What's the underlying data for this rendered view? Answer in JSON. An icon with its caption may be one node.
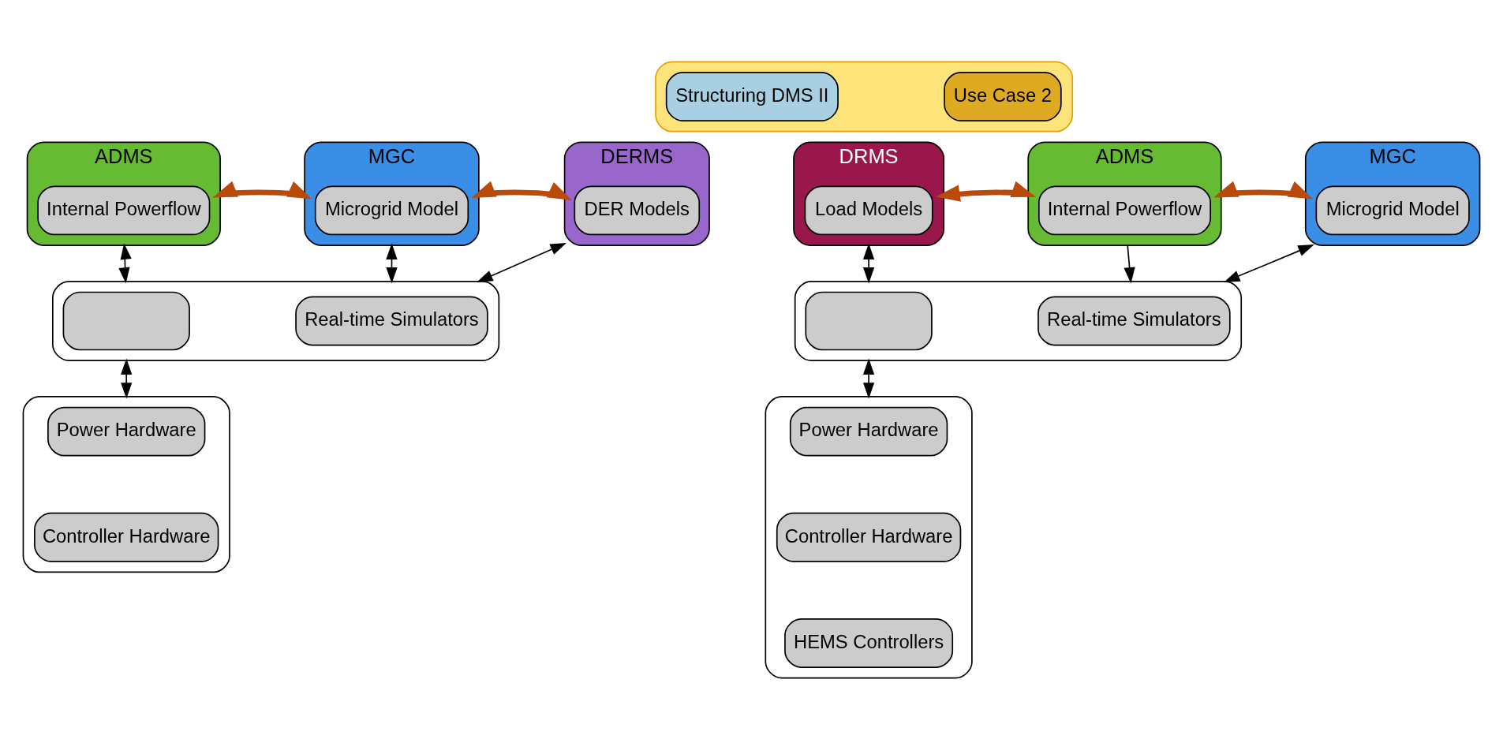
{
  "diagram": {
    "nodes": [
      {
        "text": [],
        "shape": "arrow"
      },
      {
        "text": [
          "Structuring DMS II"
        ],
        "in": 0
      },
      {
        "text": [
          "Use Case 2"
        ],
        "in": 0
      },
      {
        "text": [
          "ADMS"
        ]
      },
      {
        "text": [
          "Internal Powerflow"
        ],
        "in": 3
      },
      {
        "text": [
          "MGC"
        ]
      },
      {
        "text": [
          "Microgrid Model"
        ],
        "in": 5
      },
      {
        "text": [
          "DERMS"
        ]
      },
      {
        "text": [
          "DER Models"
        ],
        "in": 7
      },
      {
        "text": [],
        "shape": "box"
      },
      {
        "text": [],
        "shape": "box",
        "in": 9
      },
      {
        "text": [
          "Real-time Simulators"
        ],
        "in": 9
      },
      {
        "text": [],
        "shape": "box"
      },
      {
        "text": [
          "Power Hardware"
        ],
        "in": 12
      },
      {
        "text": [
          "Controller Hardware"
        ],
        "in": 12
      },
      {
        "text": [
          "DRMS"
        ]
      },
      {
        "text": [
          "Load Models"
        ],
        "in": 15
      },
      {
        "text": [
          "ADMS"
        ]
      },
      {
        "text": [
          "Internal Powerflow"
        ],
        "in": 17
      },
      {
        "text": [
          "MGC"
        ]
      },
      {
        "text": [
          "Microgrid Model"
        ],
        "in": 19
      },
      {
        "text": [],
        "shape": "box"
      },
      {
        "text": [],
        "shape": "box",
        "in": 21
      },
      {
        "text": [
          "Real-time Simulators"
        ],
        "in": 21
      },
      {
        "text": [],
        "shape": "box"
      },
      {
        "text": [
          "Power Hardware"
        ],
        "in": 24
      },
      {
        "text": [
          "Controller Hardware"
        ],
        "in": 24
      },
      {
        "text": [
          "HEMS Controllers"
        ],
        "in": 24
      }
    ],
    "edges": [
      {
        "from": 3,
        "to": 9,
        "arrow": "both"
      },
      {
        "from": 5,
        "to": 9,
        "arrow": "both"
      },
      {
        "from": 7,
        "to": 9,
        "arrow": "both"
      },
      {
        "from": 9,
        "to": 12,
        "arrow": "both"
      },
      {
        "from": 3,
        "to": 5,
        "arrow": "both",
        "style": "thick",
        "color": "#b84a0a"
      },
      {
        "from": 5,
        "to": 7,
        "arrow": "both",
        "style": "thick",
        "color": "#b84a0a"
      },
      {
        "from": 15,
        "to": 21,
        "arrow": "both"
      },
      {
        "from": 17,
        "to": 21,
        "arrow": "to"
      },
      {
        "from": 19,
        "to": 21,
        "arrow": "both"
      },
      {
        "from": 21,
        "to": 24,
        "arrow": "both"
      },
      {
        "from": 15,
        "to": 17,
        "arrow": "both",
        "style": "thick",
        "color": "#b84a0a"
      },
      {
        "from": 17,
        "to": 19,
        "arrow": "both",
        "style": "thick",
        "color": "#b84a0a"
      }
    ]
  }
}
